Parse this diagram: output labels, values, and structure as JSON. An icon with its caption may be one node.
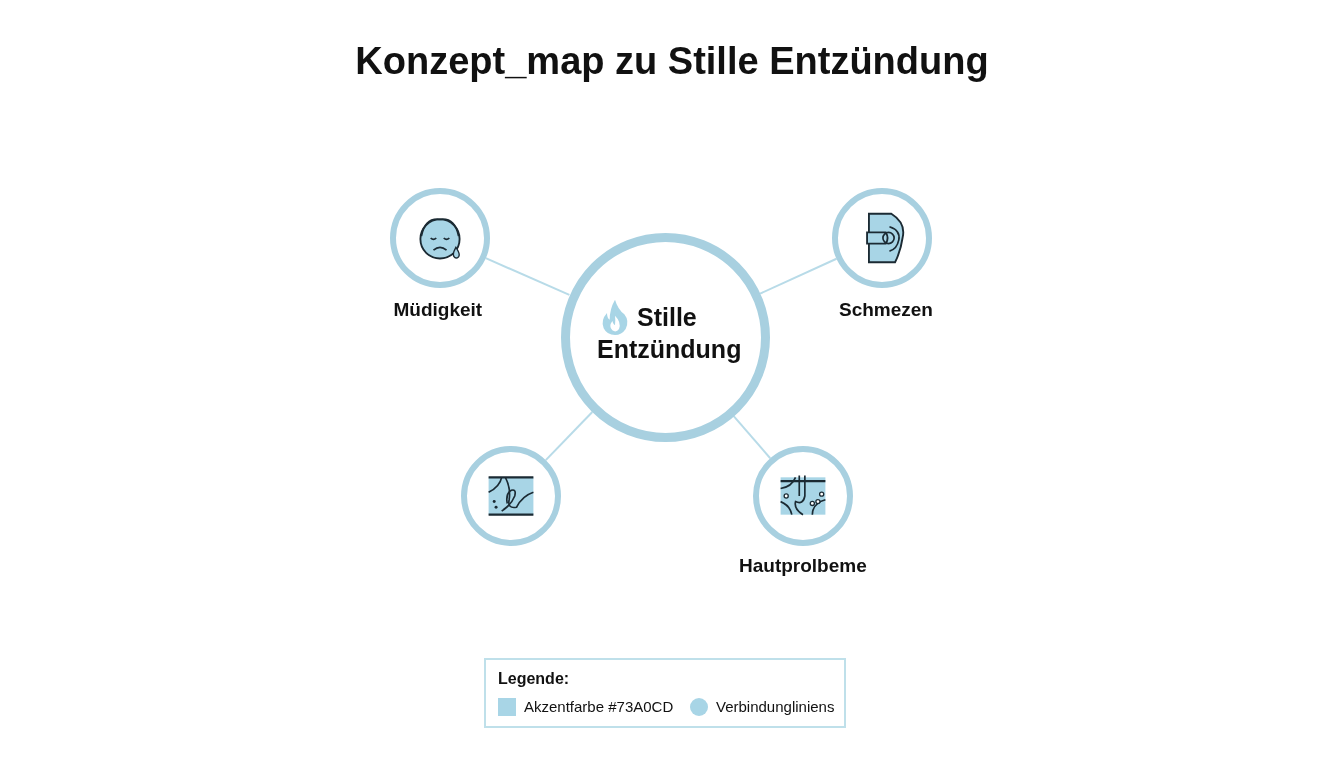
{
  "diagram": {
    "title": "Konzept_map zu Stille Entzündung",
    "nodes": [
      {
        "text": [
          "Stille Entzündung"
        ]
      },
      {
        "text": [
          "Müdigkeit"
        ]
      },
      {
        "text": [
          "Schmezen"
        ]
      },
      {
        "text": [],
        "shape": "circle"
      },
      {
        "text": [
          "Hautprolbeme"
        ]
      }
    ],
    "edges": [
      {
        "from": 0,
        "to": 1,
        "arrow": "none"
      },
      {
        "from": 0,
        "to": 2,
        "arrow": "none"
      },
      {
        "from": 0,
        "to": 3,
        "arrow": "none"
      },
      {
        "from": 0,
        "to": 4,
        "arrow": "none"
      }
    ],
    "labels": [
      "Legende:"
    ],
    "legend": [
      {
        "text": "Akzentfarbe #73A0CD",
        "color": "#a8d5e6"
      },
      {
        "text": "Verbindungliniens",
        "color": "#a8d5e6"
      }
    ]
  }
}
